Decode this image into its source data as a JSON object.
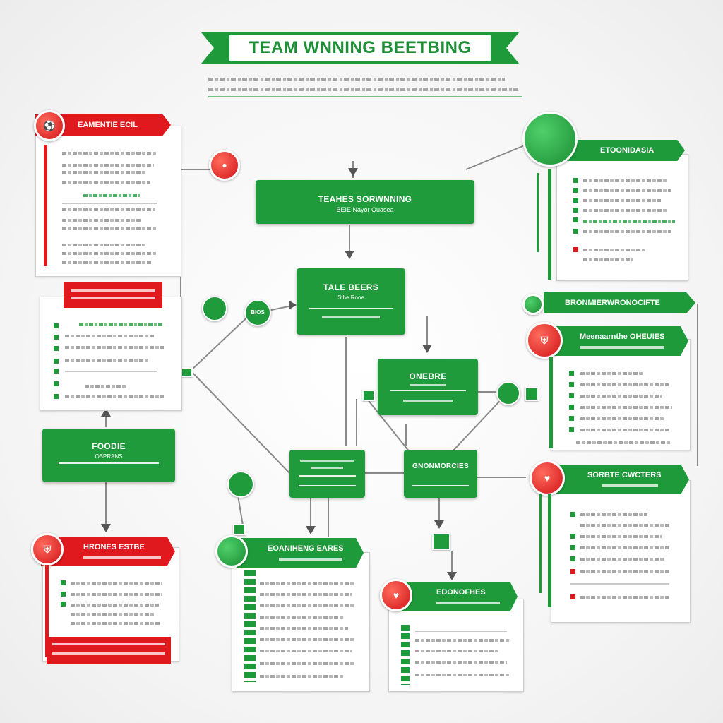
{
  "title": "TEAM WNNING BEETBING",
  "colors": {
    "green": "#1e9a3a",
    "red": "#e0191e",
    "line": "#8a8a8a"
  },
  "center_boxes": {
    "top": {
      "title": "TEAHES SORWNNING",
      "subtitle": "BEIE Nayor Quasea"
    },
    "mid": {
      "title": "TALE BEERS",
      "subtitle": "Sthe Rooe"
    },
    "onebre": {
      "title": "ONEBRE",
      "subtitle": ""
    },
    "left_small": {
      "title": "",
      "subtitle": ""
    },
    "right_small": {
      "title": "GNONMORCIES",
      "subtitle": ""
    },
    "foodie": {
      "title": "FOODIE",
      "subtitle": "OBPRANS"
    }
  },
  "nodes": {
    "n1": "",
    "n2": "BIOS"
  },
  "panels": {
    "left_top": {
      "title": "EAMENTIE ECIL",
      "subtitle": ""
    },
    "left_mid": {
      "title": "",
      "subtitle": ""
    },
    "left_bottom": {
      "title": "HRONES ESTBE",
      "subtitle": ""
    },
    "right_top": {
      "title": "ETOONIDASIA",
      "subtitle": ""
    },
    "right_mid": {
      "title": "BRONMIERWRONOCIFTE",
      "subtitle": ""
    },
    "right_mid2": {
      "title": "Meenaarnthe OHEUIES",
      "subtitle": ""
    },
    "right_bottom": {
      "title": "SORBTE CWCTERS",
      "subtitle": ""
    },
    "bottom_center": {
      "title": "EOANIHENG EARES",
      "subtitle": ""
    },
    "bottom_right": {
      "title": "EDONOFHES",
      "subtitle": ""
    }
  }
}
